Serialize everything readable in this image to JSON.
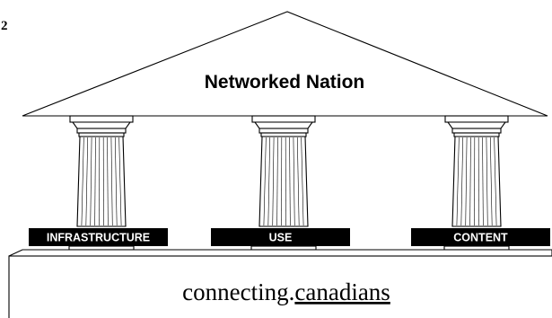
{
  "figure_number": "2",
  "roof": {
    "title": "Networked Nation"
  },
  "pillars": [
    {
      "label": "INFRASTRUCTURE"
    },
    {
      "label": "USE"
    },
    {
      "label": "CONTENT"
    }
  ],
  "foundation": {
    "text_part1": "connecting.",
    "text_part2": "canadians"
  },
  "colors": {
    "line": "#000000",
    "label_band": "#000000",
    "label_text": "#ffffff",
    "background": "#ffffff"
  }
}
